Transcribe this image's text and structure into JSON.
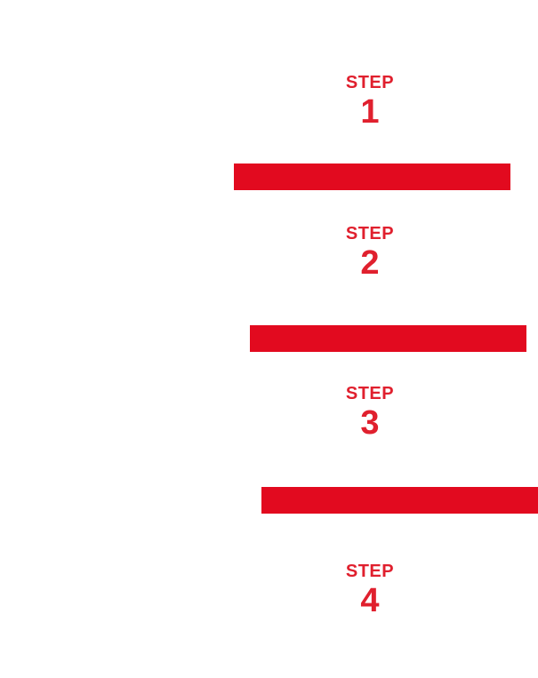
{
  "colors": {
    "text_accent": "#e0202e",
    "bar_fill": "#e20a1f",
    "background": "#ffffff"
  },
  "steps": [
    {
      "label": "STEP",
      "number": "1"
    },
    {
      "label": "STEP",
      "number": "2"
    },
    {
      "label": "STEP",
      "number": "3"
    },
    {
      "label": "STEP",
      "number": "4"
    }
  ]
}
